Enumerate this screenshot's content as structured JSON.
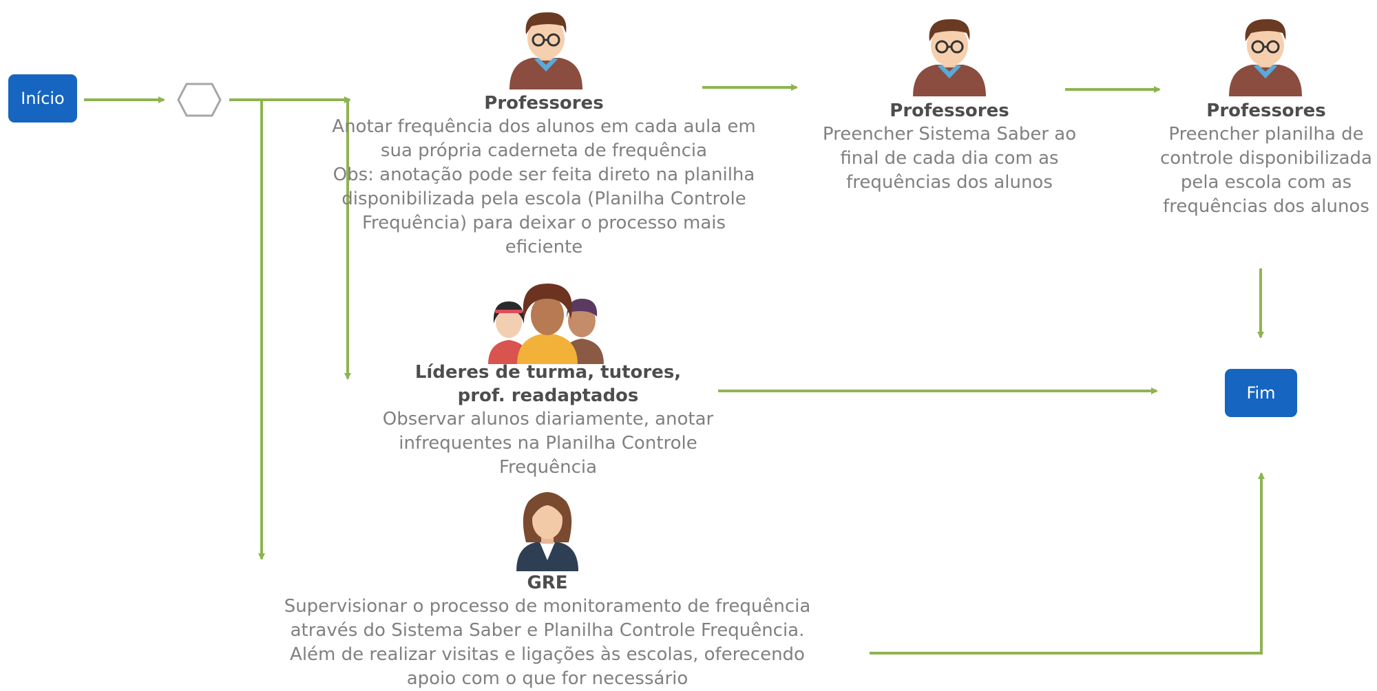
{
  "terminals": {
    "start": "Início",
    "end": "Fim"
  },
  "nodes": [
    {
      "id": "prof-1",
      "title": "Professores",
      "lines": [
        "Anotar frequência dos alunos em cada aula em",
        "sua própria caderneta de frequência",
        "Obs: anotação pode ser feita direto na planilha",
        "disponibilizada pela escola (Planilha Controle",
        "Frequência) para deixar o processo mais",
        "eficiente"
      ]
    },
    {
      "id": "prof-2",
      "title": "Professores",
      "lines": [
        "Preencher Sistema Saber ao",
        "final de cada dia com as",
        "frequências dos alunos"
      ]
    },
    {
      "id": "prof-3",
      "title": "Professores",
      "lines": [
        "Preencher planilha de",
        "controle disponibilizada",
        "pela escola com as",
        "frequências dos alunos"
      ]
    },
    {
      "id": "lideres",
      "title_lines": [
        "Líderes de turma, tutores,",
        "prof. readaptados"
      ],
      "lines": [
        "Observar alunos diariamente, anotar",
        "infrequentes na Planilha Controle",
        "Frequência"
      ]
    },
    {
      "id": "gre",
      "title": "GRE",
      "lines": [
        "Supervisionar o processo de monitoramento de frequência",
        "através do Sistema Saber e Planilha Controle Frequência.",
        "Além de realizar visitas e ligações às escolas, oferecendo",
        "apoio com o que for necessário"
      ]
    }
  ],
  "icons": [
    "teacher-avatar-icon",
    "group-avatar-icon",
    "woman-avatar-icon",
    "parallel-gateway-hexagon-icon"
  ],
  "colors": {
    "arrow": "#8db44f",
    "terminal": "#1665c1",
    "title": "#4d4d4d",
    "text": "#808080"
  }
}
